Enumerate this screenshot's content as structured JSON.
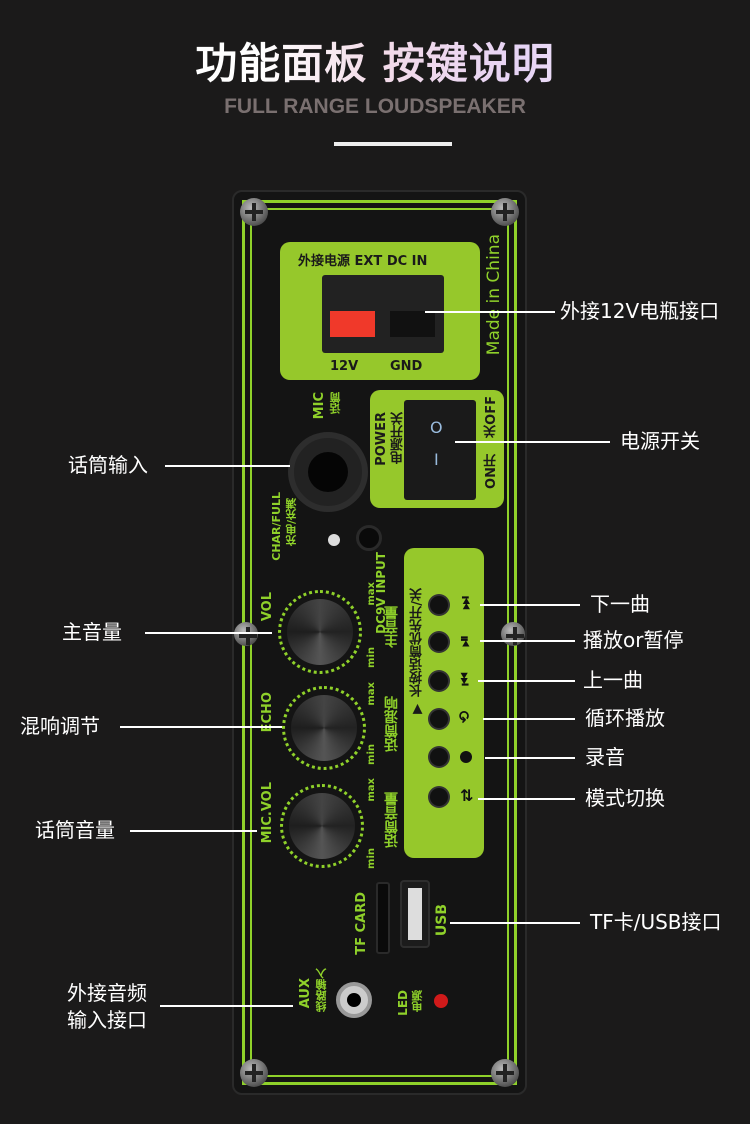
{
  "header": {
    "title": "功能面板 按键说明",
    "subtitle": "FULL RANGE LOUDSPEAKER"
  },
  "panel": {
    "ext_dc": "外接电源 EXT DC IN",
    "terminal_12v": "12V",
    "terminal_gnd": "GND",
    "made_in": "Made in China",
    "mic": "MIC",
    "mic_cn": "话筒",
    "power": "POWER",
    "power_cn": "电源开关",
    "on": "ON开",
    "off": "关OFF",
    "switch_o": "O",
    "switch_i": "I",
    "charge": "CHAR/FULL",
    "charge_cn": "充电/充满",
    "dc_input": "DC9V INPUT",
    "vol": "VOL",
    "vol_cn": "主音量",
    "echo": "ECHO",
    "echo_cn": "话筒混响",
    "micvol": "MIC.VOL",
    "micvol_cn": "话筒音量",
    "max": "max",
    "min": "min",
    "long_press": "▼ 长按话筒优先开/关",
    "tf": "TF CARD",
    "usb": "USB",
    "aux": "AUX",
    "aux_cn": "线路输入",
    "led": "LED",
    "led_cn": "电源"
  },
  "callouts": {
    "right": [
      "外接12V电瓶接口",
      "电源开关",
      "下一曲",
      "播放or暂停",
      "上一曲",
      "循环播放",
      "录音",
      "模式切换",
      "TF卡/USB接口"
    ],
    "left": [
      "话筒输入",
      "主音量",
      "混响调节",
      "话筒音量"
    ],
    "aux_line1": "外接音频",
    "aux_line2": "输入接口"
  },
  "colors": {
    "accent": "#8fd12a",
    "background": "#1b1a1a"
  }
}
